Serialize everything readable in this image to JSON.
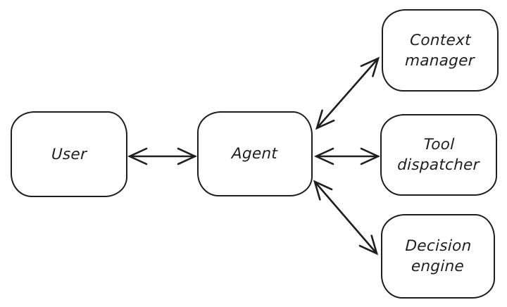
{
  "diagram": {
    "type": "flowchart",
    "style": "hand-drawn",
    "background_color": "#ffffff",
    "stroke_color": "#1e1e1e",
    "text_color": "#1e1e1e",
    "nodes": [
      {
        "id": "user",
        "label": "User"
      },
      {
        "id": "agent",
        "label": "Agent"
      },
      {
        "id": "context-manager",
        "label": "Context manager"
      },
      {
        "id": "tool-dispatcher",
        "label": "Tool dispatcher"
      },
      {
        "id": "decision-engine",
        "label": "Decision engine"
      }
    ],
    "edges": [
      {
        "from": "User",
        "to": "Agent",
        "direction": "bidirectional",
        "arrowhead": "open-v"
      },
      {
        "from": "Agent",
        "to": "Context manager",
        "direction": "bidirectional",
        "arrowhead": "open-v"
      },
      {
        "from": "Agent",
        "to": "Tool dispatcher",
        "direction": "bidirectional",
        "arrowhead": "open-v"
      },
      {
        "from": "Agent",
        "to": "Decision engine",
        "direction": "bidirectional",
        "arrowhead": "open-v"
      }
    ]
  }
}
